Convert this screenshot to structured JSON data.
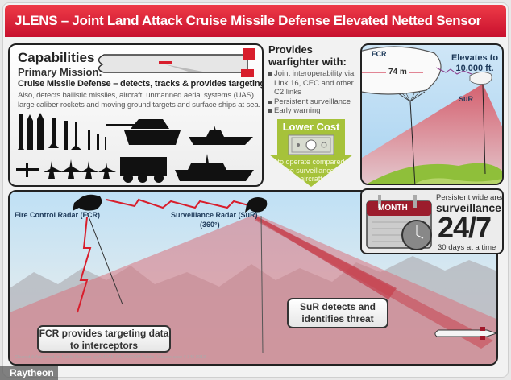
{
  "header": {
    "title": "JLENS – Joint Land Attack Cruise Missile Defense Elevated Netted Sensor System"
  },
  "capabilities": {
    "title": "Capabilities",
    "primary_label": "Primary Mission:",
    "mission": "Cruise Missile Defense – detects, tracks & provides targeting data",
    "description": "Also, detects ballistic missiles, aircraft, unmanned aerial systems (UAS), large caliber rockets and moving ground targets and surface ships at sea.",
    "threat_icons": [
      "missile-icon",
      "aircraft-icon",
      "uav-icon",
      "tank-icon",
      "truck-icon",
      "ship-icon",
      "boat-icon"
    ]
  },
  "provides": {
    "title": "Provides warfighter with:",
    "items": [
      "Joint interoperability via Link 16, CEC and other C2 links",
      "Persistent surveillance",
      "Early warning"
    ]
  },
  "cost": {
    "title": "Lower Cost",
    "subtitle": "to operate compared to surveillance aircraft",
    "icon": "dollar-bill-icon"
  },
  "elevation": {
    "fcr_label": "FCR",
    "length_label": "74 m",
    "sur_label": "SuR",
    "elevation_text": "Elevates to 10,000 ft."
  },
  "surveillance": {
    "calendar_label": "MONTH",
    "line1": "Persistent wide area",
    "line2": "surveillance",
    "big": "24/7",
    "line3": "30 days at a time"
  },
  "scene": {
    "fcr_label": "Fire Control Radar (FCR)",
    "sur_label": "Surveillance Radar (SuR)",
    "sur_sublabel": "(360°)",
    "callout_fcr": "FCR provides targeting data to interceptors",
    "callout_sur": "SuR detects and identifies threat"
  },
  "footer": {
    "note": "Cleared & Approved for Public Release by AMSAM-PA; AMCOM Public Release case # 346 2013",
    "brand": "Raytheon"
  },
  "colors": {
    "brand_red": "#c8102e",
    "cost_green": "#a6c23a",
    "radar_pink": "#e79a9c",
    "sky_blue": "#bfe0f5"
  }
}
